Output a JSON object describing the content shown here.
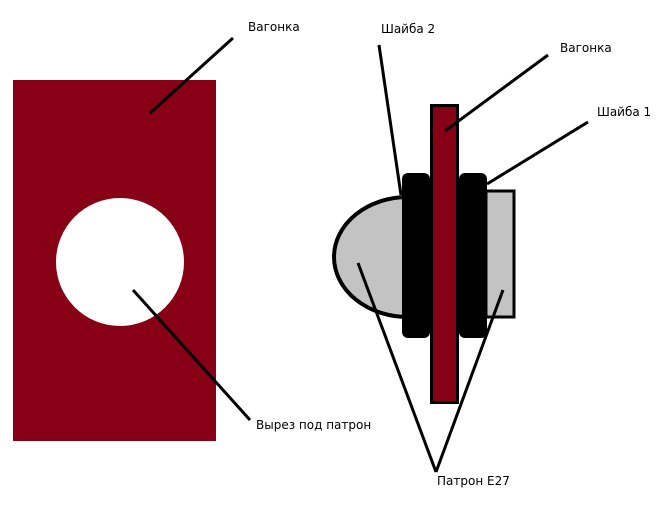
{
  "colors": {
    "wood": "#880015",
    "socket": "#c3c3c3",
    "washer": "#000000",
    "outline": "#000000"
  },
  "labels": {
    "front_wood": "Вагонка",
    "cutout": "Вырез под патрон",
    "washer2": "Шайба 2",
    "side_wood": "Вагонка",
    "washer1": "Шайба 1",
    "socket": "Патрон E27"
  }
}
